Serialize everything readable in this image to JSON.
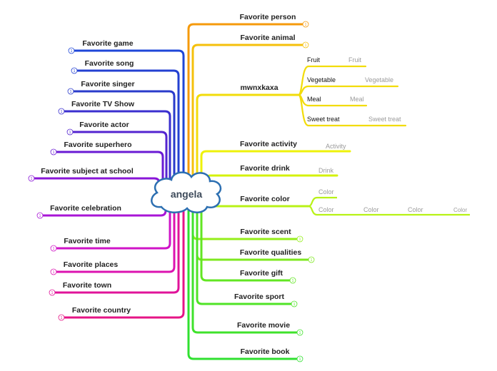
{
  "root": {
    "label": "angela"
  },
  "left_branches": [
    {
      "label": "Favorite game",
      "color": "#1e46d8",
      "count": "1"
    },
    {
      "label": "Favorite song",
      "color": "#2340d2",
      "count": "1"
    },
    {
      "label": "Favorite singer",
      "color": "#2a3bcb",
      "count": "1"
    },
    {
      "label": "Favorite TV Show",
      "color": "#3a2fcf",
      "count": "1"
    },
    {
      "label": "Favorite actor",
      "color": "#5424d0",
      "count": "1"
    },
    {
      "label": "Favorite superhero",
      "color": "#6a1bd4",
      "count": "1"
    },
    {
      "label": "Favorite subject at school",
      "color": "#8a16d8",
      "count": "1"
    },
    {
      "label": "Favorite celebration",
      "color": "#a815d6",
      "count": "1"
    },
    {
      "label": "Favorite time",
      "color": "#cf14c7",
      "count": "1"
    },
    {
      "label": "Favorite places",
      "color": "#dc13b0",
      "count": "1"
    },
    {
      "label": "Favorite town",
      "color": "#e0139a",
      "count": "1"
    },
    {
      "label": "Favorite country",
      "color": "#e51486",
      "count": "1"
    }
  ],
  "right_branches": [
    {
      "label": "Favorite person",
      "color": "#f59a0b",
      "count": "1"
    },
    {
      "label": "Favorite animal",
      "color": "#f5c00b",
      "count": "1"
    },
    {
      "label": "mwnxkaxa",
      "color": "#f2dc0a",
      "children": [
        {
          "label": "Fruit",
          "value": "Fruit"
        },
        {
          "label": "Vegetable",
          "value": "Vegetable"
        },
        {
          "label": "Meal",
          "value": "Meal"
        },
        {
          "label": "Sweet treat",
          "value": "Sweet treat"
        }
      ]
    },
    {
      "label": "Favorite activity",
      "color": "#eef20a",
      "value": "Activity"
    },
    {
      "label": "Favorite drink",
      "color": "#d4f20a",
      "value": "Drink"
    },
    {
      "label": "Favorite color",
      "color": "#b8f216",
      "values": [
        "Color",
        "Color",
        "Color",
        "Color",
        "Color"
      ]
    },
    {
      "label": "Favorite scent",
      "color": "#95ee1a",
      "count": "1"
    },
    {
      "label": "Favorite qualities",
      "color": "#7ee81f",
      "count": "1"
    },
    {
      "label": "Favorite gift",
      "color": "#62e622",
      "count": "1"
    },
    {
      "label": "Favorite sport",
      "color": "#4fe326",
      "count": "1"
    },
    {
      "label": "Favorite movie",
      "color": "#3fe22b",
      "count": "1"
    },
    {
      "label": "Favorite book",
      "color": "#30e030",
      "count": "1"
    }
  ]
}
